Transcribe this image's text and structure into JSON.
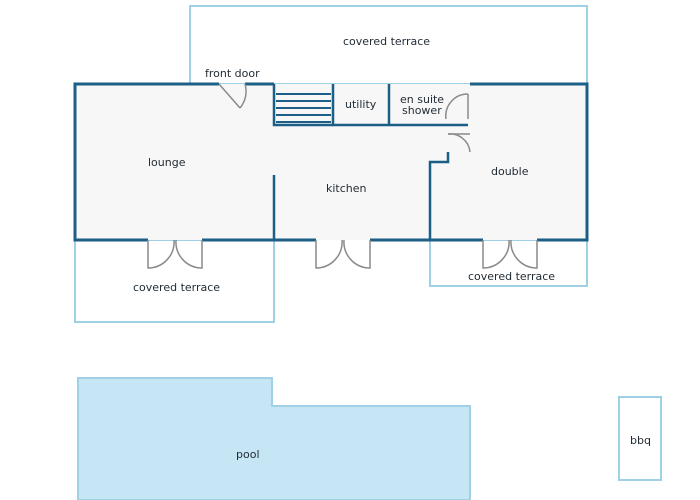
{
  "colors": {
    "wall": "#1c5f86",
    "outline": "#9fd0e6",
    "floor": "#f7f7f7",
    "pool_fill": "#c6e6f6",
    "door": "#8a8a8a"
  },
  "labels": {
    "covered_terrace_top": "covered terrace",
    "front_door": "front door",
    "utility": "utility",
    "en_suite": "en suite",
    "shower": "shower",
    "lounge": "lounge",
    "kitchen": "kitchen",
    "double": "double",
    "covered_terrace_left": "covered terrace",
    "covered_terrace_right": "covered terrace",
    "pool": "pool",
    "bbq": "bbq"
  }
}
